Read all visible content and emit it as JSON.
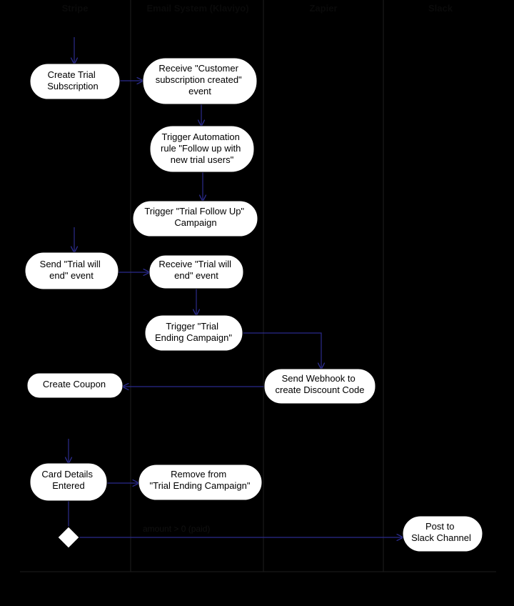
{
  "lanes": [
    {
      "id": "stripe",
      "title": "Stripe"
    },
    {
      "id": "email",
      "title": "Email System (Klaviyo)"
    },
    {
      "id": "zapier",
      "title": "Zapier"
    },
    {
      "id": "slack",
      "title": "Slack"
    }
  ],
  "nodes": [
    {
      "id": "create-trial",
      "lines": [
        "Create Trial",
        "Subscription"
      ]
    },
    {
      "id": "receive-sub-created",
      "lines": [
        "Receive \"Customer",
        "subscription created\"",
        "event"
      ]
    },
    {
      "id": "trigger-automation",
      "lines": [
        "Trigger Automation",
        "rule \"Follow up with",
        "new trial users\""
      ]
    },
    {
      "id": "trigger-follow-up",
      "lines": [
        "Trigger \"Trial Follow Up\"",
        "Campaign"
      ]
    },
    {
      "id": "send-trial-will-end",
      "lines": [
        "Send \"Trial will",
        "end\" event"
      ]
    },
    {
      "id": "receive-trial-will-end",
      "lines": [
        "Receive \"Trial will",
        "end\" event"
      ]
    },
    {
      "id": "trigger-trial-ending",
      "lines": [
        "Trigger \"Trial",
        "Ending Campaign\""
      ]
    },
    {
      "id": "send-webhook",
      "lines": [
        "Send Webhook to",
        "create Discount Code"
      ]
    },
    {
      "id": "create-coupon",
      "lines": [
        "Create Coupon"
      ]
    },
    {
      "id": "card-details",
      "lines": [
        "Card Details",
        "Entered"
      ]
    },
    {
      "id": "remove-from-campaign",
      "lines": [
        "Remove from",
        "\"Trial Ending Campaign\""
      ]
    },
    {
      "id": "post-slack",
      "lines": [
        "Post to",
        "Slack Channel"
      ]
    }
  ],
  "edge_labels": [
    {
      "id": "decision-label",
      "text": "amount > 0 (paid)"
    }
  ],
  "colors": {
    "background": "#000000",
    "node_fill": "#ffffff",
    "edge": "#2b2b8c",
    "lane_line": "#222222",
    "text": "#000000"
  }
}
